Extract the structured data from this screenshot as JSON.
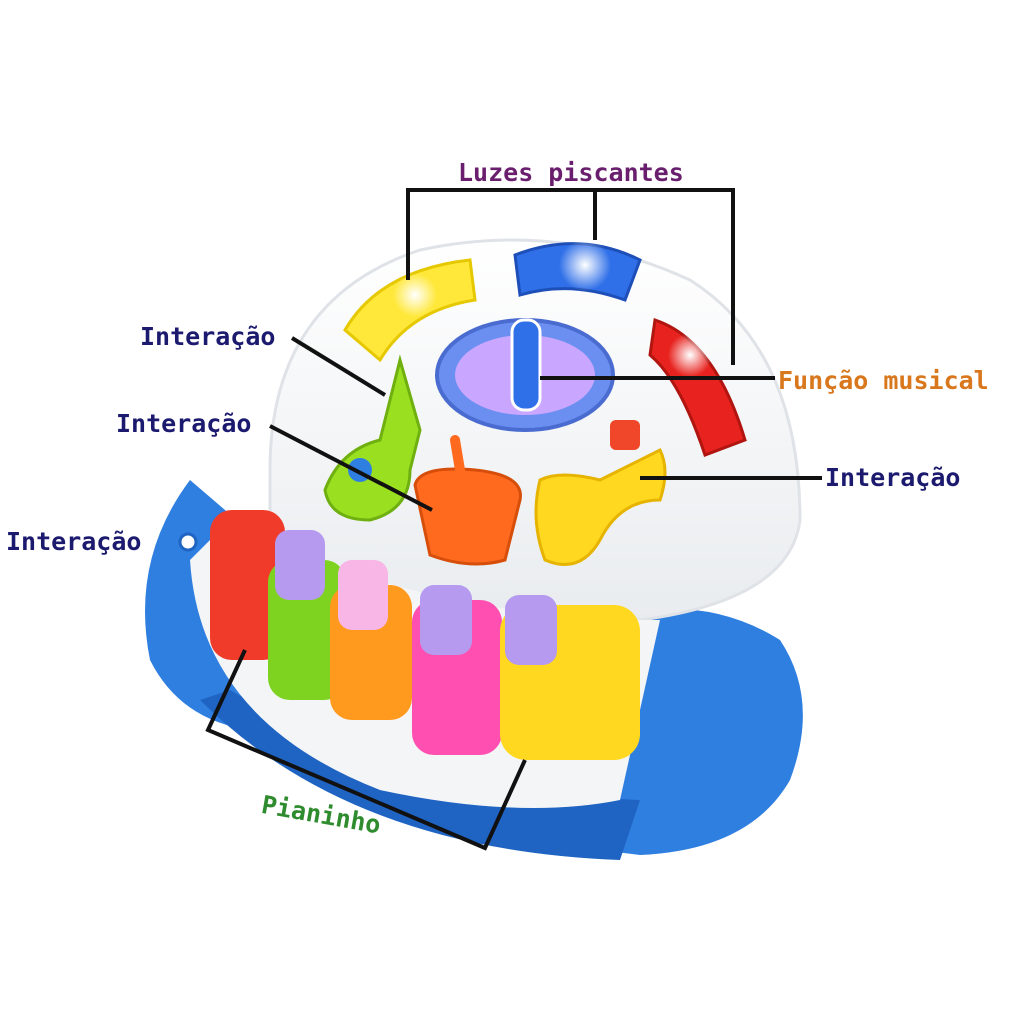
{
  "labels": {
    "luzes": "Luzes piscantes",
    "interacao_guitar": "Interação",
    "interacao_drum": "Interação",
    "interacao_side": "Interação",
    "funcao": "Função musical",
    "interacao_trumpet": "Interação",
    "pianinho": "Pianinho"
  },
  "colors": {
    "purple_label": "#6a1f6e",
    "navy_label": "#1b1a6e",
    "orange_label": "#d9771c",
    "green_label": "#2e8b2e",
    "toy_blue": "#2f7fe0",
    "toy_white": "#f7f7f7",
    "key_red": "#f03a2a",
    "key_green": "#7ed321",
    "key_orange": "#ff9a1f",
    "key_pink": "#ff4fb0",
    "key_yellow": "#ffd81f",
    "key_lilac": "#b59af0",
    "light_yellow": "#ffe83a",
    "light_blue": "#2f6fe8",
    "light_red": "#e8231f"
  },
  "icons": [
    "guitar-icon",
    "drum-icon",
    "trumpet-icon",
    "music-dial-icon",
    "sparkle-icon"
  ]
}
